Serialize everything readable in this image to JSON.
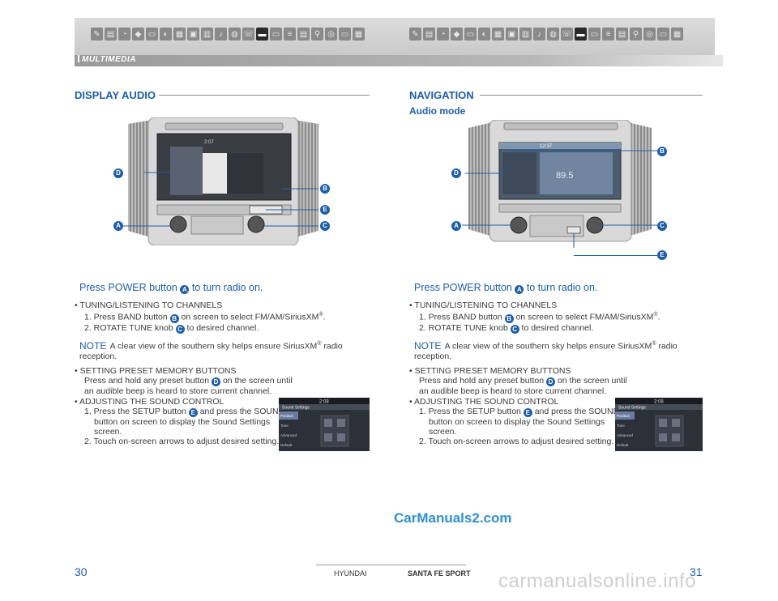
{
  "header": {
    "section": "MULTIMEDIA"
  },
  "left": {
    "title": "DISPLAY AUDIO",
    "callouts": [
      "D",
      "B",
      "E",
      "A",
      "C"
    ],
    "lead_pre": "Press POWER button ",
    "lead_badge": "A",
    "lead_post": " to turn radio on.",
    "b1_title": "• TUNING/LISTENING TO CHANNELS",
    "b1_l1_pre": "1. Press BAND button ",
    "b1_l1_badge": "B",
    "b1_l1_post": " on screen to select FM/AM/SiriusXM",
    "b1_l1_sup": "®",
    "b1_l1_end": ".",
    "b1_l2_pre": "2. ROTATE  TUNE knob ",
    "b1_l2_badge": "C",
    "b1_l2_post": " to desired channel.",
    "note_key": "NOTE",
    "note_text": " A clear view of the southern sky helps ensure SiriusXM",
    "note_sup": "®",
    "note_end": " radio",
    "note_l2": "reception.",
    "b2_title": "• SETTING PRESET MEMORY BUTTONS",
    "b2_l1_pre": "Press and hold any preset button ",
    "b2_l1_badge": "D",
    "b2_l1_post": " on the screen until",
    "b2_l2": "an audible beep is heard to store current channel.",
    "b3_title": "• ADJUSTING THE SOUND CONTROL",
    "b3_l1_pre": "1. Press the SETUP  button ",
    "b3_l1_badge": "E",
    "b3_l1_post": " and press the SOUND",
    "b3_l2": "button on screen to display the Sound Settings",
    "b3_l3": "screen.",
    "b3_l4": "2. Touch on-screen arrows to adjust desired setting.",
    "screen_time": "2:08",
    "screen_title": "Sound Settings",
    "screen_items": [
      "Position",
      "Tone",
      "Advanced",
      "Default"
    ]
  },
  "right": {
    "title": "NAVIGATION",
    "subtitle": "Audio mode",
    "callouts": [
      "B",
      "D",
      "A",
      "C",
      "E"
    ],
    "lead_pre": "Press POWER button ",
    "lead_badge": "A",
    "lead_post": " to turn radio on.",
    "b1_title": "• TUNING/LISTENING TO CHANNELS",
    "b1_l1_pre": "1. Press BAND button ",
    "b1_l1_badge": "B",
    "b1_l1_post": " on screen to select FM/AM/SiriusXM",
    "b1_l1_sup": "®",
    "b1_l1_end": ".",
    "b1_l2_pre": "2. ROTATE  TUNE knob ",
    "b1_l2_badge": "C",
    "b1_l2_post": " to desired channel.",
    "note_key": "NOTE",
    "note_text": " A clear view of the southern sky helps ensure SiriusXM",
    "note_sup": "®",
    "note_end": " radio",
    "note_l2": "reception.",
    "b2_title": "• SETTING PRESET MEMORY BUTTONS",
    "b2_l1_pre": "Press and hold any preset button ",
    "b2_l1_badge": "D",
    "b2_l1_post": " on the screen until",
    "b2_l2": "an audible beep is heard to store current channel.",
    "b3_title": "• ADJUSTING THE SOUND CONTROL",
    "b3_l1_pre": "1. Press the SETUP  button ",
    "b3_l1_badge": "E",
    "b3_l1_post": " and press the SOUND",
    "b3_l2": "button on screen to display the Sound Settings",
    "b3_l3": "screen.",
    "b3_l4": "2. Touch on-screen arrows to adjust desired setting.",
    "screen_time": "2:08",
    "screen_title": "Sound Settings",
    "screen_items": [
      "Position",
      "Tone",
      "Advanced",
      "Default"
    ],
    "freq": "89.5",
    "clock": "12:37"
  },
  "footer": {
    "left_page": "30",
    "right_page": "31",
    "brand_left": "HYUNDAI",
    "brand_right": "SANTA FE SPORT",
    "watermark": "CarManuals2.com",
    "watermark2": "carmanualsonline.info"
  },
  "colors": {
    "accent": "#1f5ea8",
    "header_gray": "#b7b7b7"
  }
}
